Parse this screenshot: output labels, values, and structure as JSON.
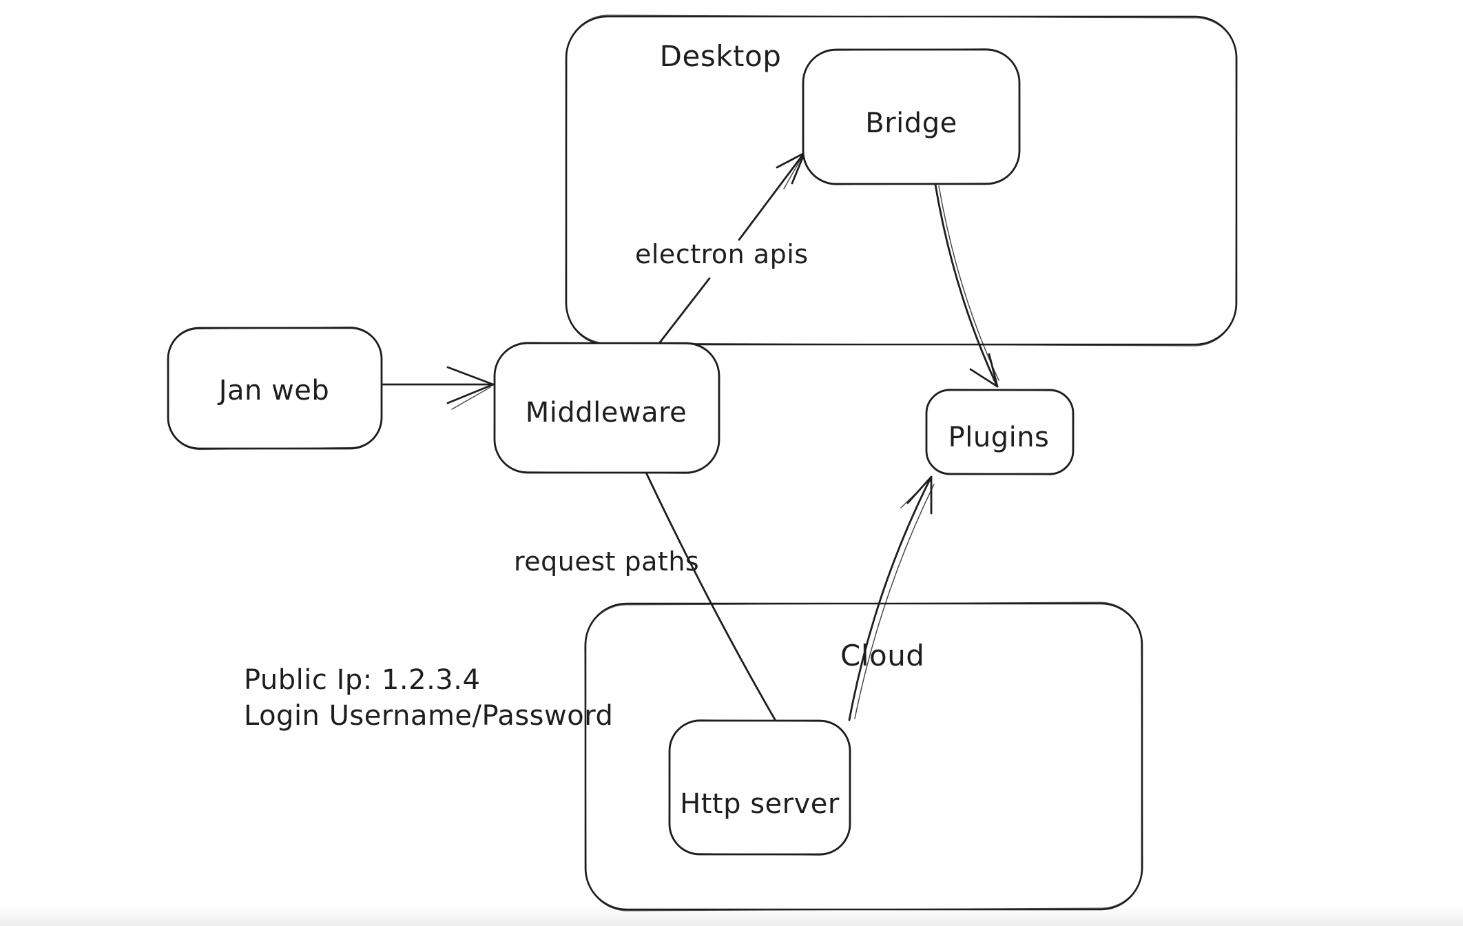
{
  "diagram": {
    "colors": {
      "stroke": "#1e1e1e",
      "background": "#ffffff"
    },
    "containers": [
      {
        "id": "desktop",
        "label": "Desktop"
      },
      {
        "id": "cloud",
        "label": "Cloud"
      }
    ],
    "nodes": [
      {
        "id": "jan-web",
        "label": "Jan web"
      },
      {
        "id": "middleware",
        "label": "Middleware"
      },
      {
        "id": "bridge",
        "label": "Bridge"
      },
      {
        "id": "plugins",
        "label": "Plugins"
      },
      {
        "id": "http-server",
        "label": "Http server"
      }
    ],
    "edges": [
      {
        "from": "jan-web",
        "to": "middleware",
        "label": "",
        "arrowhead": true
      },
      {
        "from": "middleware",
        "to": "bridge",
        "label": "electron apis",
        "arrowhead": true
      },
      {
        "from": "bridge",
        "to": "plugins",
        "label": "",
        "arrowhead": true
      },
      {
        "from": "middleware",
        "to": "http-server",
        "label": "request paths",
        "arrowhead": false
      },
      {
        "from": "http-server",
        "to": "plugins",
        "label": "",
        "arrowhead": true
      }
    ],
    "annotations": [
      {
        "id": "public-ip",
        "text": "Public Ip: 1.2.3.4"
      },
      {
        "id": "login",
        "text": "Login Username/Password"
      }
    ]
  }
}
